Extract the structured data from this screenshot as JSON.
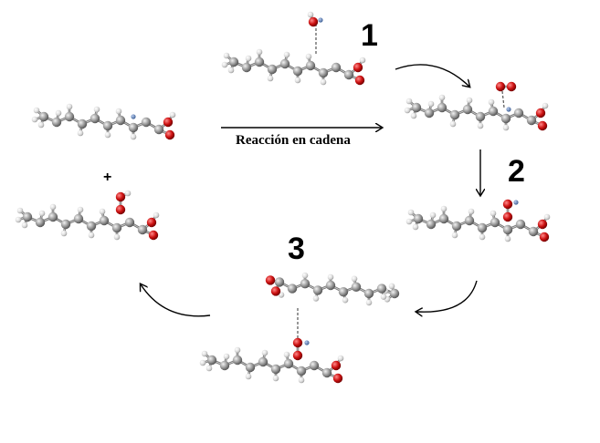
{
  "diagram": {
    "step_labels": [
      "1",
      "2",
      "3"
    ],
    "reaction_caption": "Reacción en cadena",
    "plus_sign": "+",
    "colors": {
      "carbon": "#8c8c8c",
      "hydrogen": "#e6e6e6",
      "oxygen": "#cc1111",
      "radical": "#4a6fa5",
      "arrow": "#000000",
      "bond": "#7a7a7a"
    }
  }
}
